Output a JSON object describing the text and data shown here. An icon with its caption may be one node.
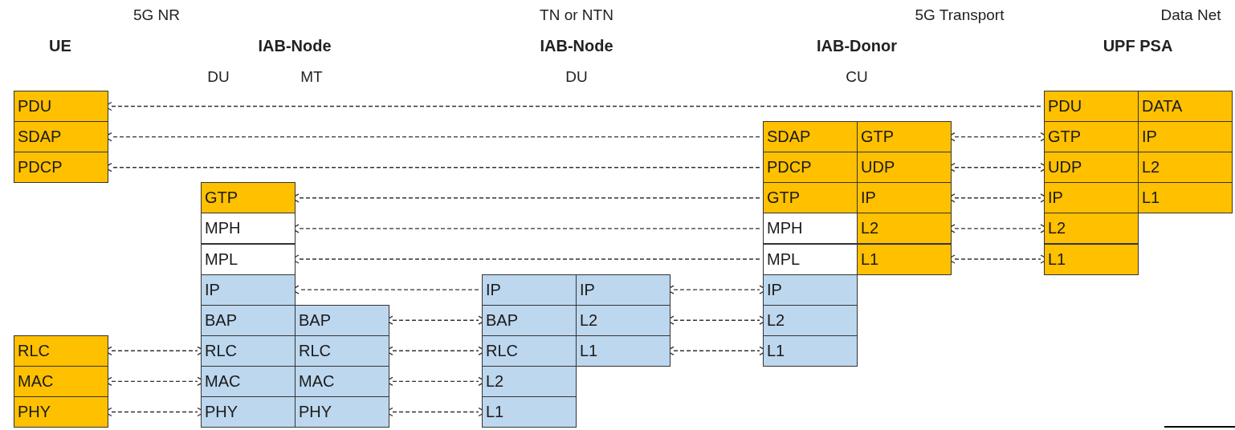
{
  "diagram": {
    "nodes": [
      {
        "text": [
          "PDU"
        ]
      },
      {
        "text": [
          "PDU"
        ]
      },
      {
        "text": [
          "DATA"
        ]
      },
      {
        "text": [
          "SDAP"
        ]
      },
      {
        "text": [
          "SDAP"
        ]
      },
      {
        "text": [
          "GTP"
        ]
      },
      {
        "text": [
          "GTP"
        ]
      },
      {
        "text": [
          "IP"
        ]
      },
      {
        "text": [
          "PDCP"
        ]
      },
      {
        "text": [
          "PDCP"
        ]
      },
      {
        "text": [
          "UDP"
        ]
      },
      {
        "text": [
          "UDP"
        ]
      },
      {
        "text": [
          "L2"
        ]
      },
      {
        "text": [
          "GTP"
        ]
      },
      {
        "text": [
          "GTP"
        ]
      },
      {
        "text": [
          "IP"
        ]
      },
      {
        "text": [
          "IP"
        ]
      },
      {
        "text": [
          "L1"
        ]
      },
      {
        "text": [
          "MPH"
        ]
      },
      {
        "text": [
          "MPH"
        ]
      },
      {
        "text": [
          "L2"
        ]
      },
      {
        "text": [
          "L2"
        ]
      },
      {
        "text": [
          "MPL"
        ]
      },
      {
        "text": [
          "MPL"
        ]
      },
      {
        "text": [
          "L1"
        ]
      },
      {
        "text": [
          "L1"
        ]
      },
      {
        "text": [
          "IP"
        ]
      },
      {
        "text": [
          "IP"
        ]
      },
      {
        "text": [
          "IP"
        ]
      },
      {
        "text": [
          "IP"
        ]
      },
      {
        "text": [
          "BAP"
        ]
      },
      {
        "text": [
          "BAP"
        ]
      },
      {
        "text": [
          "BAP"
        ]
      },
      {
        "text": [
          "L2"
        ]
      },
      {
        "text": [
          "L2"
        ]
      },
      {
        "text": [
          "RLC"
        ]
      },
      {
        "text": [
          "RLC"
        ]
      },
      {
        "text": [
          "RLC"
        ]
      },
      {
        "text": [
          "RLC"
        ]
      },
      {
        "text": [
          "L1"
        ]
      },
      {
        "text": [
          "L1"
        ]
      },
      {
        "text": [
          "MAC"
        ]
      },
      {
        "text": [
          "MAC"
        ]
      },
      {
        "text": [
          "MAC"
        ]
      },
      {
        "text": [
          "L2"
        ]
      },
      {
        "text": [
          "PHY"
        ]
      },
      {
        "text": [
          "PHY"
        ]
      },
      {
        "text": [
          "PHY"
        ]
      },
      {
        "text": [
          "L1"
        ]
      }
    ],
    "edges": [
      {
        "from": 1,
        "to": 0,
        "arrow": "to",
        "style": "dashed"
      },
      {
        "from": 4,
        "to": 3,
        "arrow": "to",
        "style": "dashed"
      },
      {
        "from": 5,
        "to": 6,
        "arrow": "both",
        "style": "dashed"
      },
      {
        "from": 9,
        "to": 8,
        "arrow": "to",
        "style": "dashed"
      },
      {
        "from": 10,
        "to": 11,
        "arrow": "both",
        "style": "dashed"
      },
      {
        "from": 14,
        "to": 13,
        "arrow": "to",
        "style": "dashed"
      },
      {
        "from": 15,
        "to": 16,
        "arrow": "both",
        "style": "dashed"
      },
      {
        "from": 19,
        "to": 18,
        "arrow": "to",
        "style": "dashed"
      },
      {
        "from": 20,
        "to": 21,
        "arrow": "both",
        "style": "dashed"
      },
      {
        "from": 23,
        "to": 22,
        "arrow": "to",
        "style": "dashed"
      },
      {
        "from": 24,
        "to": 25,
        "arrow": "both",
        "style": "dashed"
      },
      {
        "from": 27,
        "to": 26,
        "arrow": "to",
        "style": "dashed"
      },
      {
        "from": 28,
        "to": 29,
        "arrow": "both",
        "style": "dashed"
      },
      {
        "from": 31,
        "to": 32,
        "arrow": "both",
        "style": "dashed"
      },
      {
        "from": 33,
        "to": 34,
        "arrow": "both",
        "style": "dashed"
      },
      {
        "from": 35,
        "to": 36,
        "arrow": "both",
        "style": "dashed"
      },
      {
        "from": 37,
        "to": 38,
        "arrow": "both",
        "style": "dashed"
      },
      {
        "from": 39,
        "to": 40,
        "arrow": "both",
        "style": "dashed"
      },
      {
        "from": 41,
        "to": 42,
        "arrow": "both",
        "style": "dashed"
      },
      {
        "from": 43,
        "to": 44,
        "arrow": "both",
        "style": "dashed"
      },
      {
        "from": 45,
        "to": 46,
        "arrow": "both",
        "style": "dashed"
      },
      {
        "from": 47,
        "to": 48,
        "arrow": "both",
        "style": "dashed"
      }
    ],
    "labels": [
      "5G NR",
      "TN or NTN",
      "5G Transport",
      "Data Net",
      "UE",
      "IAB-Node",
      "IAB-Node",
      "IAB-Donor",
      "UPF PSA",
      "DU",
      "MT",
      "DU",
      "CU"
    ]
  }
}
